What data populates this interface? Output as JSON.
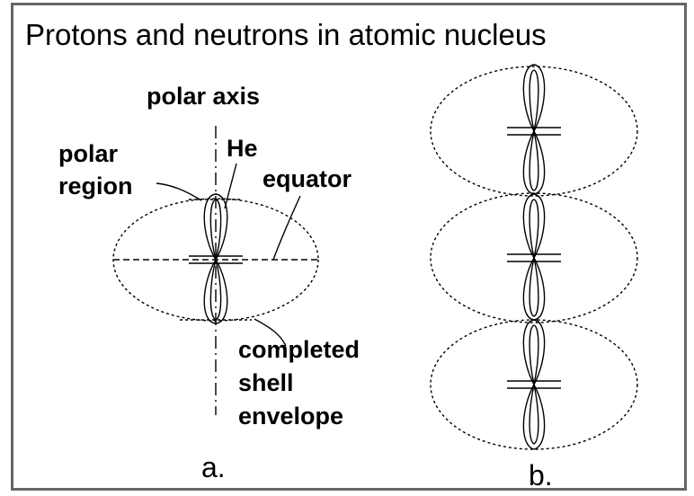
{
  "title": "Protons and neutrons in atomic nucleus",
  "labels": {
    "polar_axis": "polar axis",
    "polar_region_line1": "polar",
    "polar_region_line2": "region",
    "he": "He",
    "equator": "equator",
    "completed_line1": "completed",
    "completed_line2": "shell",
    "completed_line3": "envelope",
    "panel_a": "a.",
    "panel_b": "b."
  },
  "colors": {
    "border": "#666666",
    "ink": "#000000"
  }
}
